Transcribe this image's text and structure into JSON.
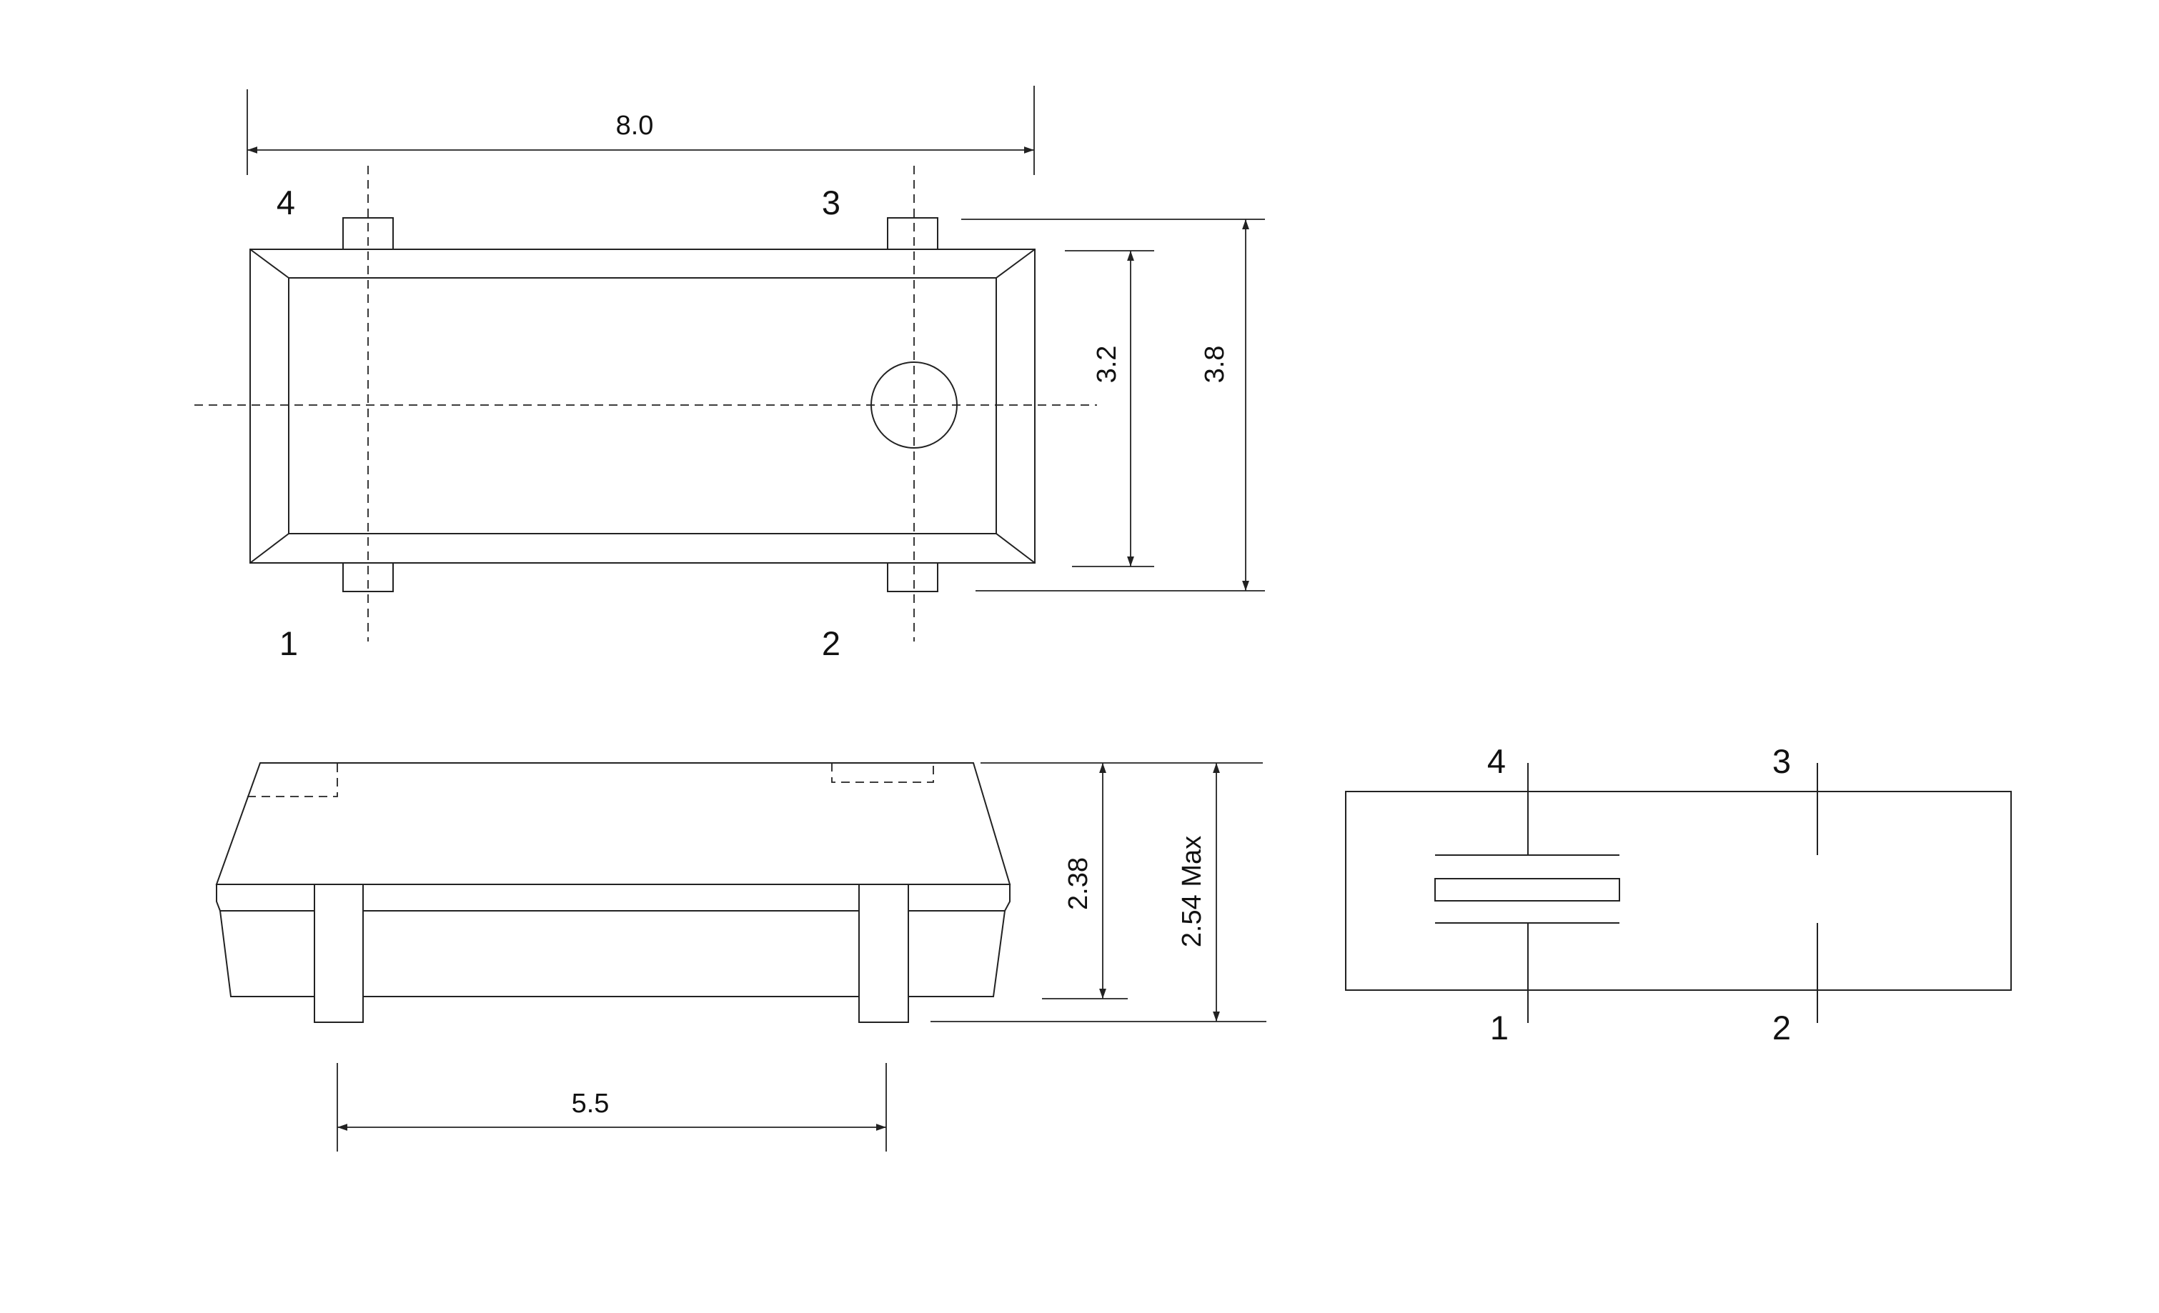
{
  "top_view": {
    "pins": {
      "pin_4": "4",
      "pin_3": "3",
      "pin_1": "1",
      "pin_2": "2"
    },
    "dimensions": {
      "width": "8.0",
      "body_height": "3.2",
      "total_height": "3.8"
    }
  },
  "side_view": {
    "dimensions": {
      "pin_pitch": "5.5",
      "body_height": "2.38",
      "max_height": "2.54 Max"
    }
  },
  "schematic": {
    "pins": {
      "pin_4": "4",
      "pin_3": "3",
      "pin_1": "1",
      "pin_2": "2"
    }
  }
}
